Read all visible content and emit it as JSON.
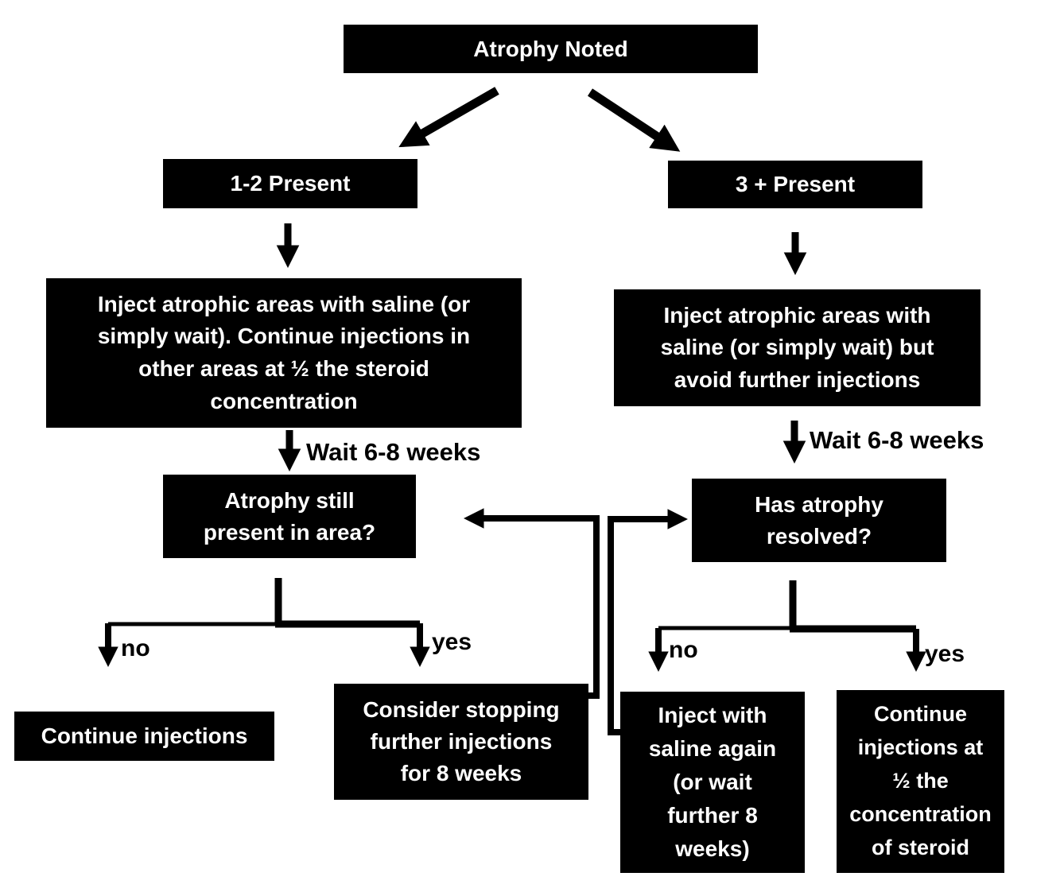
{
  "diagram": {
    "type": "flowchart",
    "topic": "Atrophy Noted"
  },
  "nodes": {
    "root": {
      "label": "Atrophy Noted"
    },
    "branch_1_2": {
      "label": "1-2 Present"
    },
    "branch_3_plus": {
      "label": "3 + Present"
    },
    "action_left": {
      "label": "Inject atrophic areas with saline (or\nsimply wait). Continue injections in\nother areas at ½ the steroid\nconcentration"
    },
    "action_right": {
      "label": "Inject atrophic areas with\nsaline (or simply wait) but\navoid further injections"
    },
    "question_left": {
      "label": "Atrophy still\npresent in area?"
    },
    "question_right": {
      "label": "Has atrophy\nresolved?"
    },
    "outcome_continue": {
      "label": "Continue injections"
    },
    "outcome_consider_stopping": {
      "label": "Consider stopping\nfurther injections\nfor 8 weeks"
    },
    "outcome_inject_saline_again": {
      "label": "Inject with\nsaline again\n(or wait\nfurther 8\nweeks)"
    },
    "outcome_continue_half": {
      "label": "Continue\ninjections at\n½ the\nconcentration\nof steroid"
    }
  },
  "edge_labels": {
    "wait_left": "Wait 6-8 weeks",
    "wait_right": "Wait 6-8 weeks",
    "left_no": "no",
    "left_yes": "yes",
    "right_no": "no",
    "right_yes": "yes"
  },
  "colors": {
    "box_bg": "#000000",
    "box_text": "#ffffff",
    "line": "#000000",
    "background": "#ffffff"
  }
}
